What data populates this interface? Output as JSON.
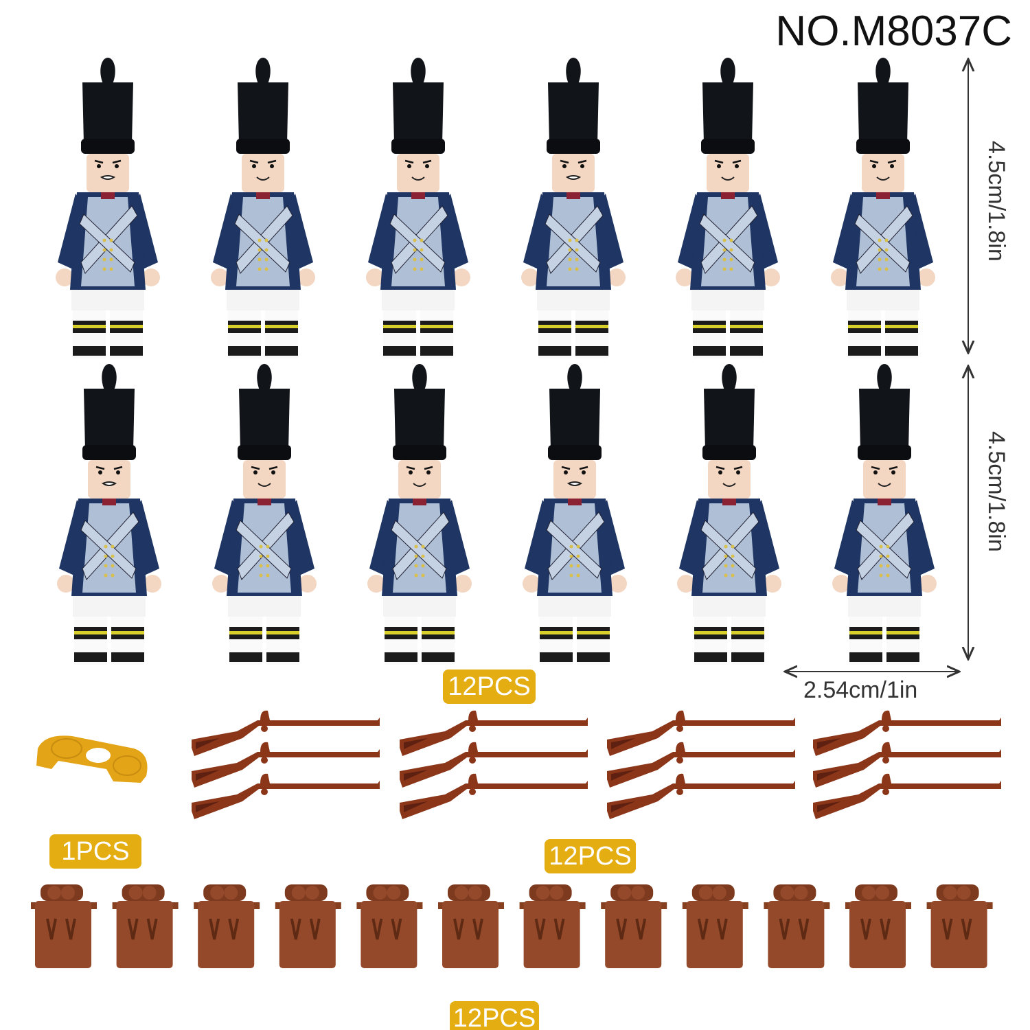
{
  "product_code": "NO.M8037C",
  "dimensions": {
    "height_row1": "4.5cm/1.8in",
    "height_row2": "4.5cm/1.8in",
    "width": "2.54cm/1in"
  },
  "labels": {
    "minifigures_qty": "12PCS",
    "base_plate_qty": "1PCS",
    "muskets_qty": "12PCS",
    "backpacks_qty": "12PCS"
  },
  "colors": {
    "badge": "#e4ad12",
    "hat": "#111418",
    "coat": "#1f3563",
    "vest": "#aebfd6",
    "collar": "#8a2233",
    "skin": "#f3d7c2",
    "musket": "#8b3519",
    "backpack": "#94492a",
    "gold": "#e3a417"
  },
  "counts": {
    "minifigures": 12,
    "muskets": 12,
    "backpacks": 12,
    "base_plates": 1
  }
}
